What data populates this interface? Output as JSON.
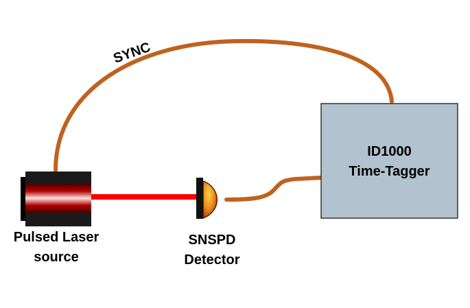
{
  "diagram": {
    "cable_label": "SYNC",
    "laser": {
      "label_line1": "Pulsed Laser",
      "label_line2": "source"
    },
    "detector": {
      "label_line1": "SNSPD",
      "label_line2": "Detector"
    },
    "tagger": {
      "label_line1": "ID1000",
      "label_line2": "Time-Tagger"
    }
  },
  "colors": {
    "cable": "#C0621E",
    "beam": "#FF0000",
    "tagger_fill": "#B2C2CE",
    "tagger_border": "#333333",
    "laser_body": "#1A1A1A",
    "laser_core": "#C00000",
    "detector_dome": "#E8871A"
  }
}
